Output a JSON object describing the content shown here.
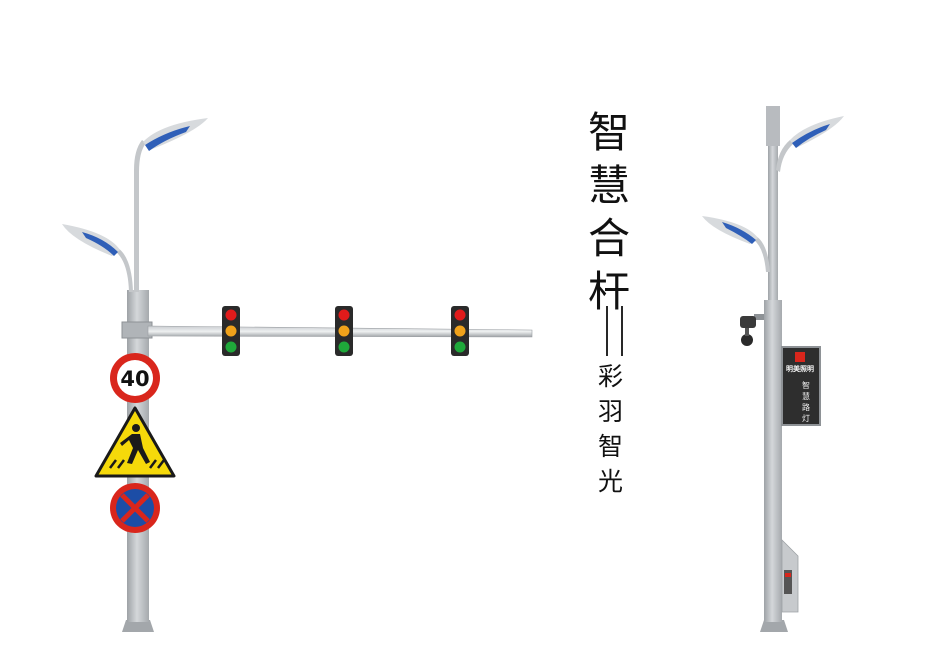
{
  "title": {
    "chars": [
      "智",
      "慧",
      "合",
      "杆"
    ]
  },
  "subtitle": {
    "chars": [
      "彩",
      "羽",
      "智",
      "光"
    ]
  },
  "speed_sign": {
    "value": "40"
  },
  "info_panel": {
    "brand": "明美照明",
    "name": "智慧路灯"
  },
  "colors": {
    "pole": "#b9bcbf",
    "pole_shade": "#9ea2a6",
    "lamp_blue": "#2f5fb8",
    "sign_red": "#d9261c",
    "sign_blue": "#1c4da6",
    "sign_yellow": "#f5d90a",
    "light_red": "#e01b1b",
    "light_amber": "#f0a21b",
    "light_green": "#1fa83a",
    "signal_housing": "#2a2a2a",
    "panel_screen": "#2e2e2e"
  }
}
